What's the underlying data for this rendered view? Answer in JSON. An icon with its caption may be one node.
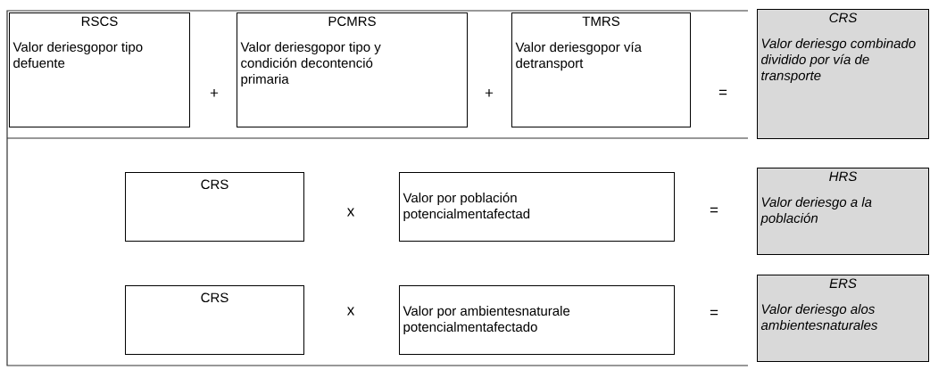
{
  "diagram": {
    "nodes": [
      {
        "text": [
          "RSCS",
          "Valor deriesgopor tipo defuente"
        ]
      },
      {
        "text": [
          "PCMRS",
          "Valor deriesgopor tipo y condición decontenció primaria"
        ]
      },
      {
        "text": [
          "TMRS",
          "Valor deriesgopor vía detransport"
        ]
      },
      {
        "text": [
          "CRS",
          "Valor deriesgo combinado dividido por vía de transporte"
        ]
      },
      {
        "text": [
          "CRS"
        ]
      },
      {
        "text": [
          "Valor por población potencialmentafectad"
        ]
      },
      {
        "text": [
          "HRS",
          "Valor deriesgo a la población"
        ]
      },
      {
        "text": [
          "CRS"
        ]
      },
      {
        "text": [
          "Valor por ambientesnaturale potencialmentafectado"
        ]
      },
      {
        "text": [
          "ERS",
          "Valor deriesgo alos ambientesnaturales"
        ]
      }
    ],
    "labels": [
      "+",
      "+",
      "=",
      "x",
      "=",
      "x",
      "="
    ]
  }
}
